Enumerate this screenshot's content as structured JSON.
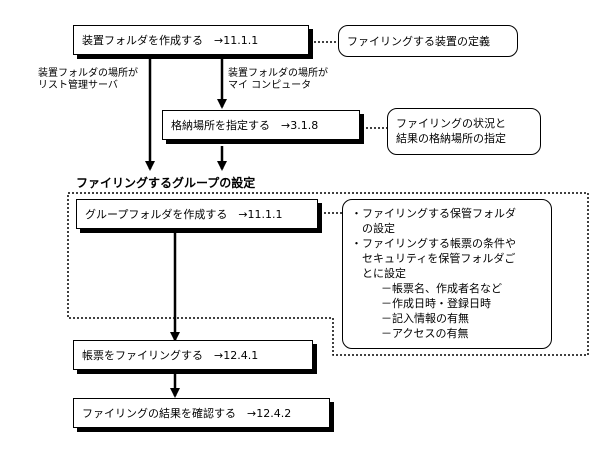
{
  "boxes": {
    "create_device_folder": "装置フォルダを作成する　→11.1.1",
    "specify_storage": "格納場所を指定する　→3.1.8",
    "create_group_folder": "グループフォルダを作成する　→11.1.1",
    "file_forms": "帳票をファイリングする　→12.4.1",
    "confirm_result": "ファイリングの結果を確認する　→12.4.2"
  },
  "notes": {
    "device_definition": "ファイリングする装置の定義",
    "status_lines": [
      "ファイリングの状況と",
      "結果の格納場所の指定"
    ],
    "group_lines": [
      "・ファイリングする保管フォルダ",
      "　の設定",
      "・ファイリングする帳票の条件や",
      "　セキュリティを保管フォルダご",
      "　とに設定",
      "－帳票名、作成者名など",
      "－作成日時・登録日時",
      "－記入情報の有無",
      "－アクセスの有無"
    ]
  },
  "branch_labels": {
    "list_server": [
      "装置フォルダの場所が",
      "リスト管理サーバ"
    ],
    "my_computer": [
      "装置フォルダの場所が",
      "マイ コンピュータ"
    ]
  },
  "section_title": "ファイリングするグループの設定"
}
